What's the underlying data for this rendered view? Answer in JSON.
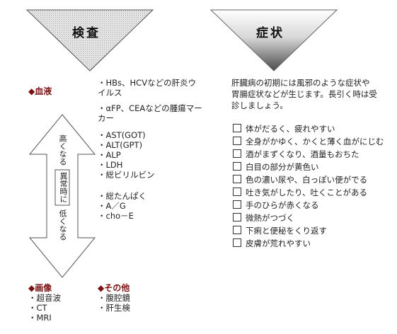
{
  "header": {
    "exam_title": "検査",
    "symptom_title": "症状"
  },
  "blood": {
    "label": "◆血液",
    "groups": [
      [
        "・HBs、HCVなどの肝炎ウ",
        "イルス"
      ],
      [
        "・αFP、CEAなどの腫瘍マー",
        "カー"
      ],
      [
        "・AST(GOT)",
        "・ALT(GPT)",
        "・ALP",
        "・LDH",
        "・総ビリルビン"
      ],
      [
        "・総たんぱく",
        "・A／G",
        "・cho－E"
      ]
    ]
  },
  "arrow": {
    "high": "高くなる",
    "abnormal": "異常時に",
    "low": "低くなる"
  },
  "imaging": {
    "label": "◆画像",
    "items": [
      "・超音波",
      "・CT",
      "・MRI"
    ]
  },
  "other": {
    "label": "◆その他",
    "items": [
      "・腹腔鏡",
      "・肝生検"
    ]
  },
  "symptoms": {
    "intro_lines": [
      "肝臓病の初期には風邪のような症状や",
      "胃腸症状などが生じます。長引く時は受",
      "診しましょう。"
    ],
    "items": [
      "体がだるく、疲れやすい",
      "全身がかゆく、かくと薄く血がにじむ",
      "酒がまずくなり、酒量もおちた",
      "白目の部分が黄色い",
      "色の濃い尿や、白っぽい便がでる",
      "吐き気がしたり、吐くことがある",
      "手のひらが赤くなる",
      "微熱がつづく",
      "下痢と便秘をくり返す",
      "皮膚が荒れやすい"
    ]
  }
}
